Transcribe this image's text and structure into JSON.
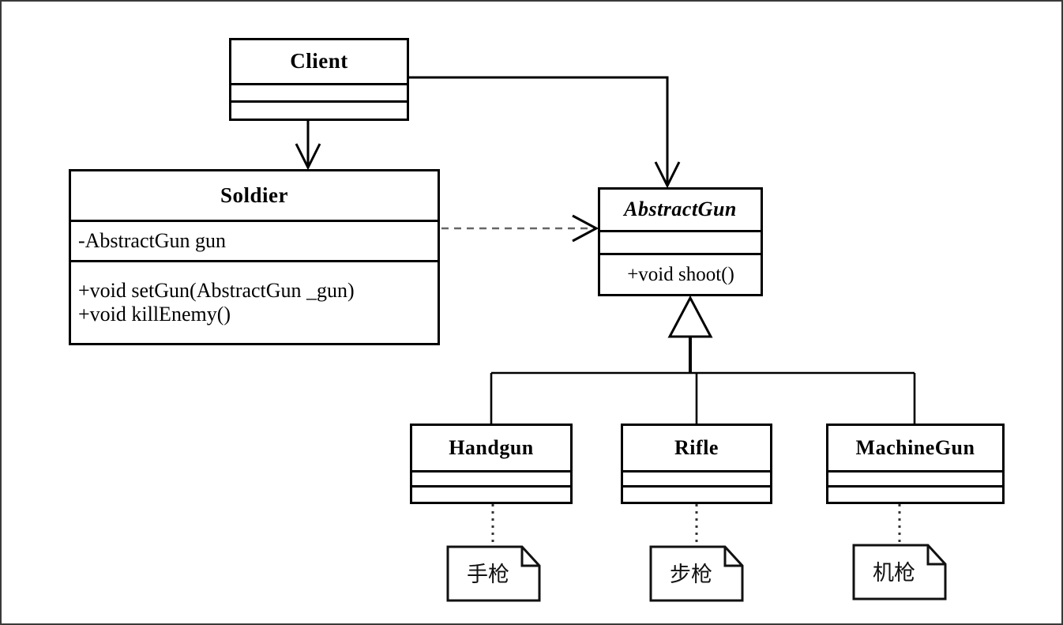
{
  "diagram": {
    "title": "Abstract Factory / Strategy UML class diagram",
    "type": "uml-class-diagram",
    "colors": {
      "stroke": "#000000",
      "fill": "#ffffff",
      "border": "#3a3a3a",
      "dashed_stroke": "#555555"
    }
  },
  "classes": [
    {
      "id": "client",
      "name": "Client",
      "stereotype": "",
      "abstract": false,
      "attributes": [],
      "methods": []
    },
    {
      "id": "soldier",
      "name": "Soldier",
      "abstract": false,
      "attributes": [
        "-AbstractGun gun"
      ],
      "methods": [
        "+void setGun(AbstractGun _gun)",
        "+void killEnemy()"
      ]
    },
    {
      "id": "abstractgun",
      "name": "AbstractGun",
      "abstract": true,
      "attributes": [],
      "methods": [
        "+void  shoot()"
      ]
    },
    {
      "id": "handgun",
      "name": "Handgun",
      "abstract": false,
      "attributes": [],
      "methods": []
    },
    {
      "id": "rifle",
      "name": "Rifle",
      "abstract": false,
      "attributes": [],
      "methods": []
    },
    {
      "id": "machinegun",
      "name": "MachineGun",
      "abstract": false,
      "attributes": [],
      "methods": []
    }
  ],
  "notes": [
    {
      "id": "note-handgun",
      "text": "手枪",
      "attached_to": "handgun"
    },
    {
      "id": "note-rifle",
      "text": "步枪",
      "attached_to": "rifle"
    },
    {
      "id": "note-machinegun",
      "text": "机枪",
      "attached_to": "machinegun"
    }
  ],
  "relationships": [
    {
      "from": "client",
      "to": "soldier",
      "type": "association",
      "style": "solid",
      "arrow": "open"
    },
    {
      "from": "client",
      "to": "abstractgun",
      "type": "association",
      "style": "solid",
      "arrow": "open"
    },
    {
      "from": "soldier",
      "to": "abstractgun",
      "type": "dependency",
      "style": "dashed",
      "arrow": "open"
    },
    {
      "from": "handgun",
      "to": "abstractgun",
      "type": "generalization",
      "style": "solid",
      "arrow": "hollow-triangle"
    },
    {
      "from": "rifle",
      "to": "abstractgun",
      "type": "generalization",
      "style": "solid",
      "arrow": "hollow-triangle"
    },
    {
      "from": "machinegun",
      "to": "abstractgun",
      "type": "generalization",
      "style": "solid",
      "arrow": "hollow-triangle"
    },
    {
      "from": "handgun",
      "to": "note-handgun",
      "type": "note-anchor",
      "style": "dotted",
      "arrow": "none"
    },
    {
      "from": "rifle",
      "to": "note-rifle",
      "type": "note-anchor",
      "style": "dotted",
      "arrow": "none"
    },
    {
      "from": "machinegun",
      "to": "note-machinegun",
      "type": "note-anchor",
      "style": "dotted",
      "arrow": "none"
    }
  ]
}
